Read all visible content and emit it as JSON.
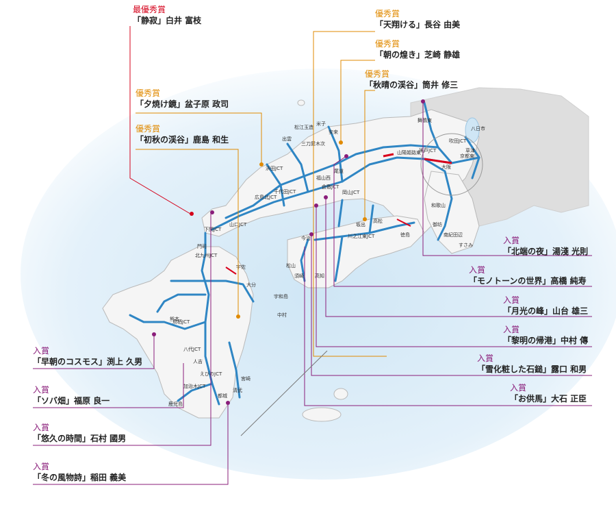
{
  "colors": {
    "grand": "#d4001a",
    "excellent": "#e08a00",
    "entry": "#8a1d7a",
    "sea": "#d7ebf7",
    "land": "#f4f4f4",
    "highway": "#2f86c4",
    "bridge": "#d9001b"
  },
  "awards": [
    {
      "category": "最優秀賞",
      "title": "「静寂」白井 富枝",
      "type": "grand"
    },
    {
      "category": "優秀賞",
      "title": "「夕焼け鏡」盆子原 政司",
      "type": "excellent"
    },
    {
      "category": "優秀賞",
      "title": "「初秋の渓谷」鹿島 和生",
      "type": "excellent"
    },
    {
      "category": "優秀賞",
      "title": "「天翔ける」長谷 由美",
      "type": "excellent"
    },
    {
      "category": "優秀賞",
      "title": "「朝の煌き」芝崎 静雄",
      "type": "excellent"
    },
    {
      "category": "優秀賞",
      "title": "「秋晴の渓谷」筒井 修三",
      "type": "excellent"
    },
    {
      "category": "入賞",
      "title": "「北端の夜」湯淺 光則",
      "type": "entry"
    },
    {
      "category": "入賞",
      "title": "「モノトーンの世界」高橋 純寿",
      "type": "entry"
    },
    {
      "category": "入賞",
      "title": "「月光の峰」山台 雄三",
      "type": "entry"
    },
    {
      "category": "入賞",
      "title": "「黎明の帰港」中村 傳",
      "type": "entry"
    },
    {
      "category": "入賞",
      "title": "「雪化粧した石鎚」露口 和男",
      "type": "entry"
    },
    {
      "category": "入賞",
      "title": "「お供馬」大石 正臣",
      "type": "entry"
    },
    {
      "category": "入賞",
      "title": "「早朝のコスモス」渕上 久男",
      "type": "entry"
    },
    {
      "category": "入賞",
      "title": "「ソバ畑」福原 良一",
      "type": "entry"
    },
    {
      "category": "入賞",
      "title": "「悠久の時間」石村 國男",
      "type": "entry"
    },
    {
      "category": "入賞",
      "title": "「冬の風物詩」稲田 義美",
      "type": "entry"
    }
  ],
  "places": [
    "米子",
    "松江玉造",
    "安来",
    "出雲",
    "三刀屋木次",
    "浜田JCT",
    "広島北JCT",
    "千代田JCT",
    "山口JCT",
    "下関JCT",
    "門司",
    "北九州JCT",
    "鳥栖JCT",
    "宇佐",
    "大分",
    "熊本",
    "八代JCT",
    "人吉",
    "えびのJCT",
    "加治木JCT",
    "鹿児島",
    "宮崎",
    "清武",
    "都城",
    "岡山JCT",
    "倉敷JCT",
    "福山西",
    "尾道",
    "今治",
    "松山",
    "川之江東JCT",
    "徳島",
    "高松",
    "坂出",
    "高知",
    "須崎",
    "宇和島",
    "中村",
    "山陽姫路東",
    "神戸JCT",
    "吹田JCT",
    "大阪",
    "和歌山",
    "すさみ",
    "南紀田辺",
    "御坊",
    "八日市",
    "草津",
    "京都東",
    "舞鶴東"
  ]
}
